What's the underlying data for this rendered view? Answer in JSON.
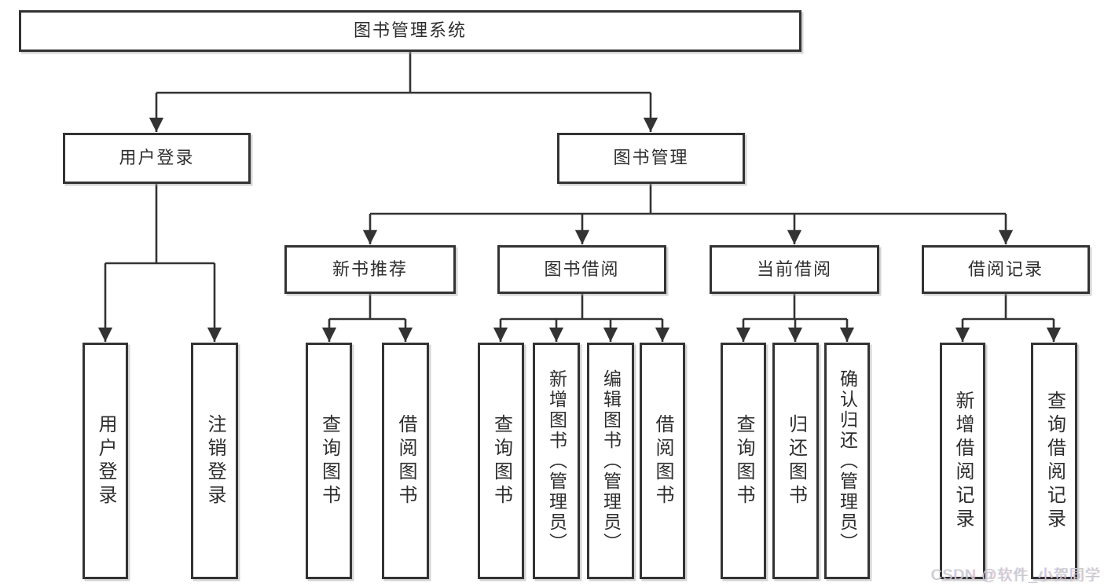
{
  "tree": {
    "root": {
      "label": "图书管理系统"
    },
    "branches": [
      {
        "label": "用户登录",
        "children": [
          {
            "label": "用户登录"
          },
          {
            "label": "注销登录"
          }
        ]
      },
      {
        "label": "图书管理",
        "children": [
          {
            "label": "新书推荐",
            "children": [
              {
                "label": "查询图书"
              },
              {
                "label": "借阅图书"
              }
            ]
          },
          {
            "label": "图书借阅",
            "children": [
              {
                "label": "查询图书"
              },
              {
                "label": "新增图书（管理员）"
              },
              {
                "label": "编辑图书（管理员）"
              },
              {
                "label": "借阅图书"
              }
            ]
          },
          {
            "label": "当前借阅",
            "children": [
              {
                "label": "查询图书"
              },
              {
                "label": "归还图书"
              },
              {
                "label": "确认归还（管理员）"
              }
            ]
          },
          {
            "label": "借阅记录",
            "children": [
              {
                "label": "新增借阅记录"
              },
              {
                "label": "查询借阅记录"
              }
            ]
          }
        ]
      }
    ]
  },
  "watermark": {
    "text": "CSDN @软件_小贺同学"
  },
  "colors": {
    "line": "#333333",
    "box_border": "#333333",
    "text": "#2e2e2e",
    "watermark": "#c9cacf",
    "background": "#ffffff"
  }
}
